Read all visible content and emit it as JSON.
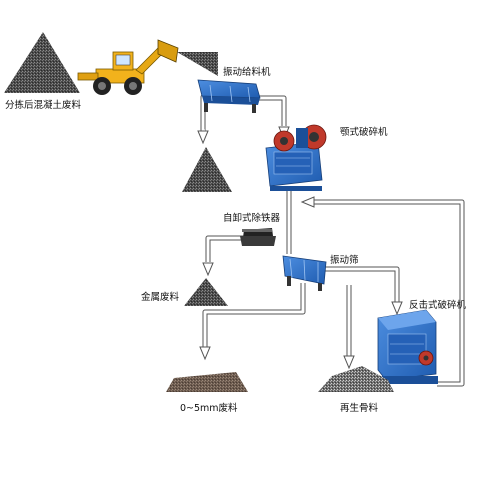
{
  "labels": {
    "source": "分拣后混凝土废料",
    "feeder": "振动给料机",
    "jaw_crusher": "颚式破碎机",
    "magnet": "自卸式除铁器",
    "screen": "振动筛",
    "metal": "金属废料",
    "impact_crusher": "反击式破碎机",
    "fines": "0~5mm废料",
    "recycled": "再生骨料"
  },
  "icons": {
    "source_pile": "gravel-pile-icon",
    "loader": "wheel-loader-icon",
    "feeder": "vibrating-feeder-icon",
    "jaw_crusher": "jaw-crusher-icon",
    "magnet": "magnetic-separator-icon",
    "screen": "vibrating-screen-icon",
    "impact_crusher": "impact-crusher-icon"
  },
  "colors": {
    "machine_blue": "#2a6fc9",
    "loader_yellow": "#f2b21c",
    "pile_dark": "#3c3c3c",
    "arrow_outline": "#555555"
  }
}
